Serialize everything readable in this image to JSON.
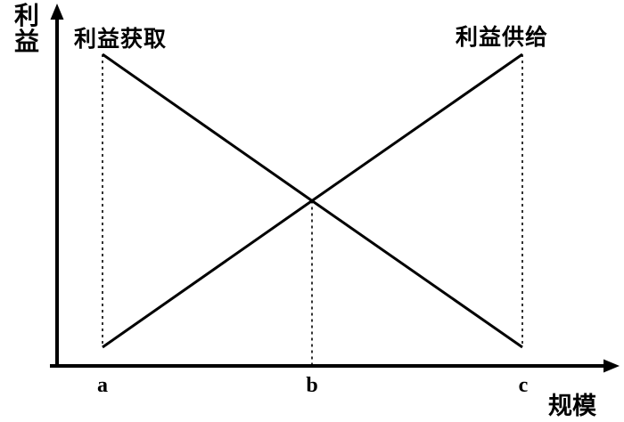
{
  "figure": {
    "y_axis_label": "利益",
    "x_axis_label": "规模",
    "line_acquire_label": "利益获取",
    "line_supply_label": "利益供给",
    "tick_a": "a",
    "tick_b": "b",
    "tick_c": "c",
    "line_color": "#000000",
    "background_color": "#ffffff"
  },
  "chart_data": {
    "type": "line",
    "title": "",
    "xlabel": "规模",
    "ylabel": "利益",
    "categories": [
      "a",
      "b",
      "c"
    ],
    "series": [
      {
        "name": "利益获取",
        "values": [
          1,
          0.5,
          0
        ]
      },
      {
        "name": "利益供给",
        "values": [
          0,
          0.5,
          1
        ]
      }
    ],
    "ylim": [
      0,
      1
    ],
    "grid": false,
    "legend_position": "labels above line endpoints",
    "annotations": [
      "dashed vertical guide spanning both curves at a",
      "dashed vertical guide from intersection down to x-axis at b",
      "dashed vertical guide spanning both curves at c",
      "curves intersect at x = b"
    ]
  }
}
